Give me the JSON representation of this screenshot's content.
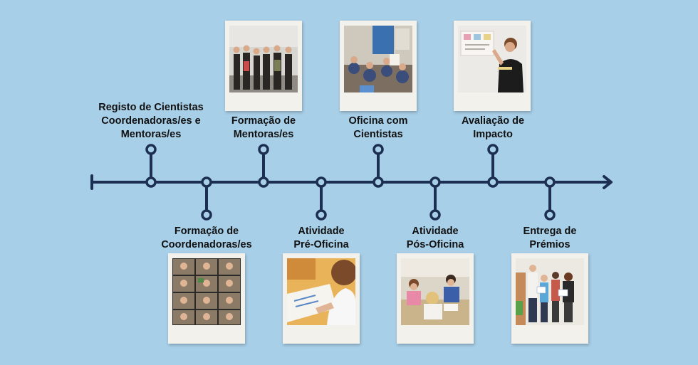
{
  "diagram": {
    "colors": {
      "background": "#a8cfe8",
      "line": "#1c2f52",
      "text": "#111111",
      "frame": "#f3f1ec"
    },
    "stages": [
      {
        "id": "registo",
        "label": "Registo de Cientistas\nCoordenadoras/es e\nMentoras/es",
        "side": "above",
        "photo": "none"
      },
      {
        "id": "formacao-coord",
        "label": "Formação de\nCoordenadoras/es",
        "side": "below",
        "photo": "video-call-grid"
      },
      {
        "id": "formacao-mentoras",
        "label": "Formação de\nMentoras/es",
        "side": "above",
        "photo": "group-portrait"
      },
      {
        "id": "pre-oficina",
        "label": "Atividade\nPré-Oficina",
        "side": "below",
        "photo": "child-drawing"
      },
      {
        "id": "oficina",
        "label": "Oficina com\nCientistas",
        "side": "above",
        "photo": "classroom-workshop"
      },
      {
        "id": "pos-oficina",
        "label": "Atividade\nPós-Oficina",
        "side": "below",
        "photo": "children-at-desks"
      },
      {
        "id": "avaliacao",
        "label": "Avaliação de\nImpacto",
        "side": "above",
        "photo": "boy-at-whiteboard"
      },
      {
        "id": "premios",
        "label": "Entrega de\nPrémios",
        "side": "below",
        "photo": "award-ceremony"
      }
    ]
  }
}
